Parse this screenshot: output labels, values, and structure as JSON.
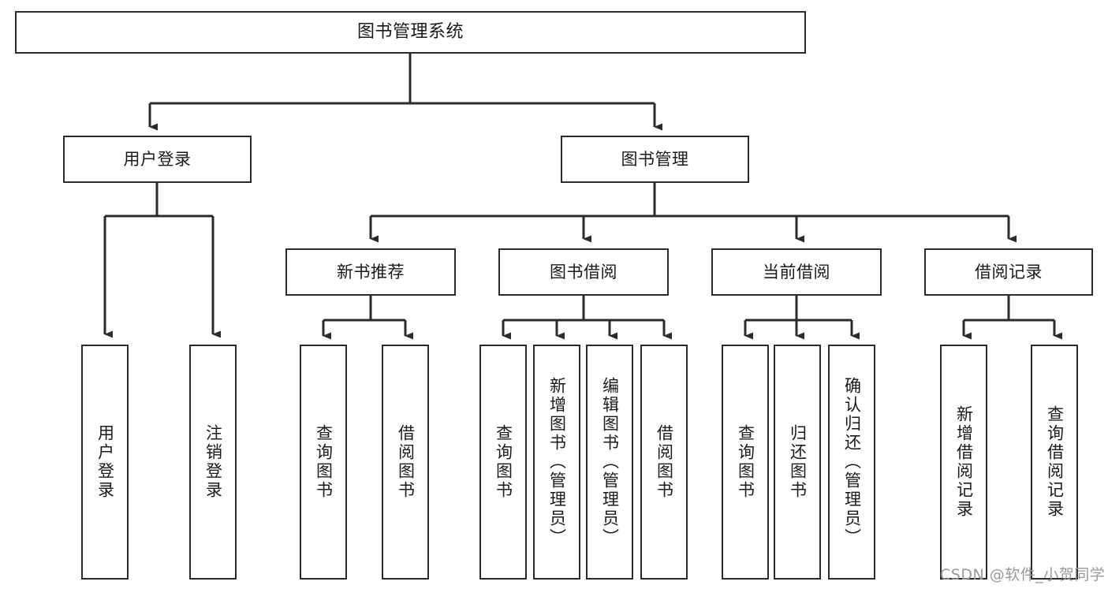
{
  "diagram": {
    "type": "tree",
    "title": "图书管理系统",
    "root": {
      "label": "图书管理系统"
    },
    "level2": [
      {
        "label": "用户登录"
      },
      {
        "label": "图书管理"
      }
    ],
    "level3": [
      {
        "label": "新书推荐"
      },
      {
        "label": "图书借阅"
      },
      {
        "label": "当前借阅"
      },
      {
        "label": "借阅记录"
      }
    ],
    "leaves": {
      "user_login": [
        {
          "label": "用户登录"
        },
        {
          "label": "注销登录"
        }
      ],
      "new_book_recommend": [
        {
          "label": "查询图书"
        },
        {
          "label": "借阅图书"
        }
      ],
      "book_borrow": [
        {
          "label": "查询图书"
        },
        {
          "label": "新增图书（管理员）"
        },
        {
          "label": "编辑图书（管理员）"
        },
        {
          "label": "借阅图书"
        }
      ],
      "current_borrow": [
        {
          "label": "查询图书"
        },
        {
          "label": "归还图书"
        },
        {
          "label": "确认归还（管理员）"
        }
      ],
      "borrow_record": [
        {
          "label": "新增借阅记录"
        },
        {
          "label": "查询借阅记录"
        }
      ]
    }
  },
  "watermark": {
    "text": "CSDN @软件_小贺同学"
  },
  "colors": {
    "stroke": "#2b2b2b",
    "background": "#ffffff",
    "text": "#1a1a1a",
    "watermark": "#9a9a9a"
  }
}
